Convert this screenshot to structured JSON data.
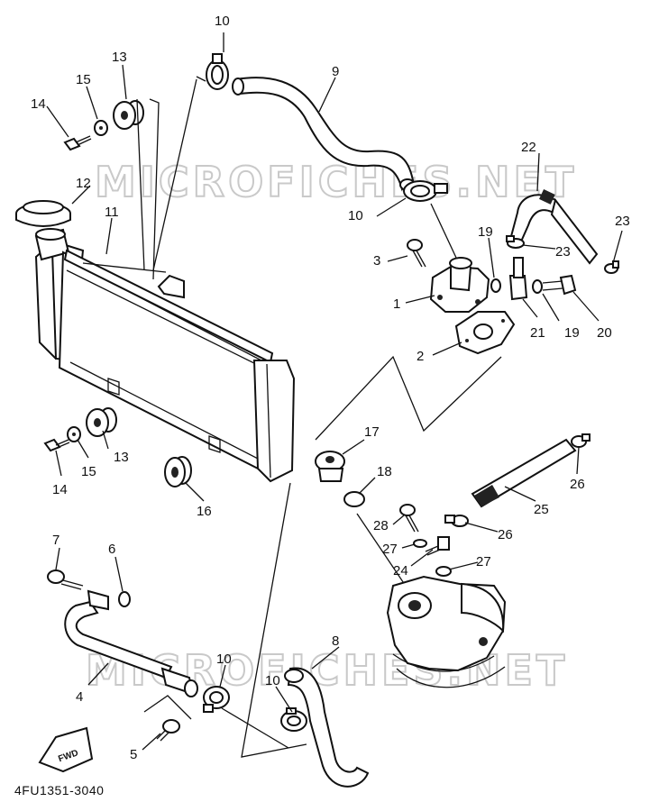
{
  "watermark_top": "MICROFICHES.NET",
  "watermark_bottom": "MICROFICHES.NET",
  "diagram_code": "4FU1351-3040",
  "fwd_label": "FWD",
  "callouts": {
    "c1": "1",
    "c2": "2",
    "c3": "3",
    "c4": "4",
    "c5": "5",
    "c6": "6",
    "c7": "7",
    "c8": "8",
    "c9": "9",
    "c10a": "10",
    "c10b": "10",
    "c10c": "10",
    "c10d": "10",
    "c11": "11",
    "c12": "12",
    "c13a": "13",
    "c13b": "13",
    "c14a": "14",
    "c14b": "14",
    "c15a": "15",
    "c15b": "15",
    "c16": "16",
    "c17": "17",
    "c18": "18",
    "c19a": "19",
    "c19b": "19",
    "c20": "20",
    "c21": "21",
    "c22": "22",
    "c23a": "23",
    "c23b": "23",
    "c24": "24",
    "c25": "25",
    "c26a": "26",
    "c26b": "26",
    "c27a": "27",
    "c27b": "27",
    "c28": "28"
  }
}
